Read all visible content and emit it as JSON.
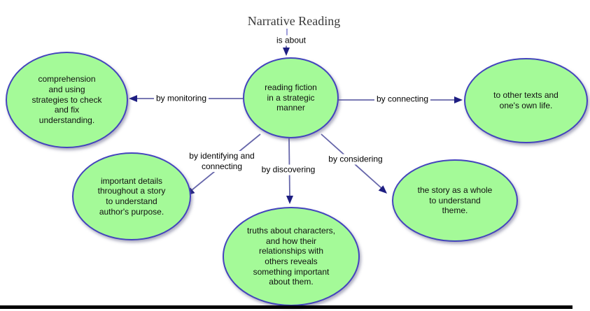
{
  "title": "Narrative Reading",
  "root": {
    "label": "is about"
  },
  "nodes": {
    "center": {
      "text": "reading fiction\nin a strategic\nmanner"
    },
    "monitoring_target": {
      "text": "comprehension\nand using\nstrategies to check\nand fix\nunderstanding."
    },
    "connecting_target": {
      "text": "to other texts and\none's own life."
    },
    "identifying_target": {
      "text": "important details\nthroughout a story\nto understand\nauthor's purpose."
    },
    "discovering_target": {
      "text": "truths about characters,\nand how their\nrelationships with\nothers reveals\nsomething important\nabout them."
    },
    "considering_target": {
      "text": "the story as a whole\nto understand\ntheme."
    }
  },
  "links": {
    "monitoring": {
      "label": "by monitoring"
    },
    "connecting": {
      "label": "by connecting"
    },
    "identifying": {
      "label": "by identifying and\nconnecting"
    },
    "discovering": {
      "label": "by discovering"
    },
    "considering": {
      "label": "by considering"
    }
  },
  "colors": {
    "node_fill": "#a4fa98",
    "node_border": "#4444bd",
    "connector": "#6666aa",
    "arrowhead": "#1e1e82",
    "title_text": "#3b3b3b",
    "label_text": "#000000"
  }
}
